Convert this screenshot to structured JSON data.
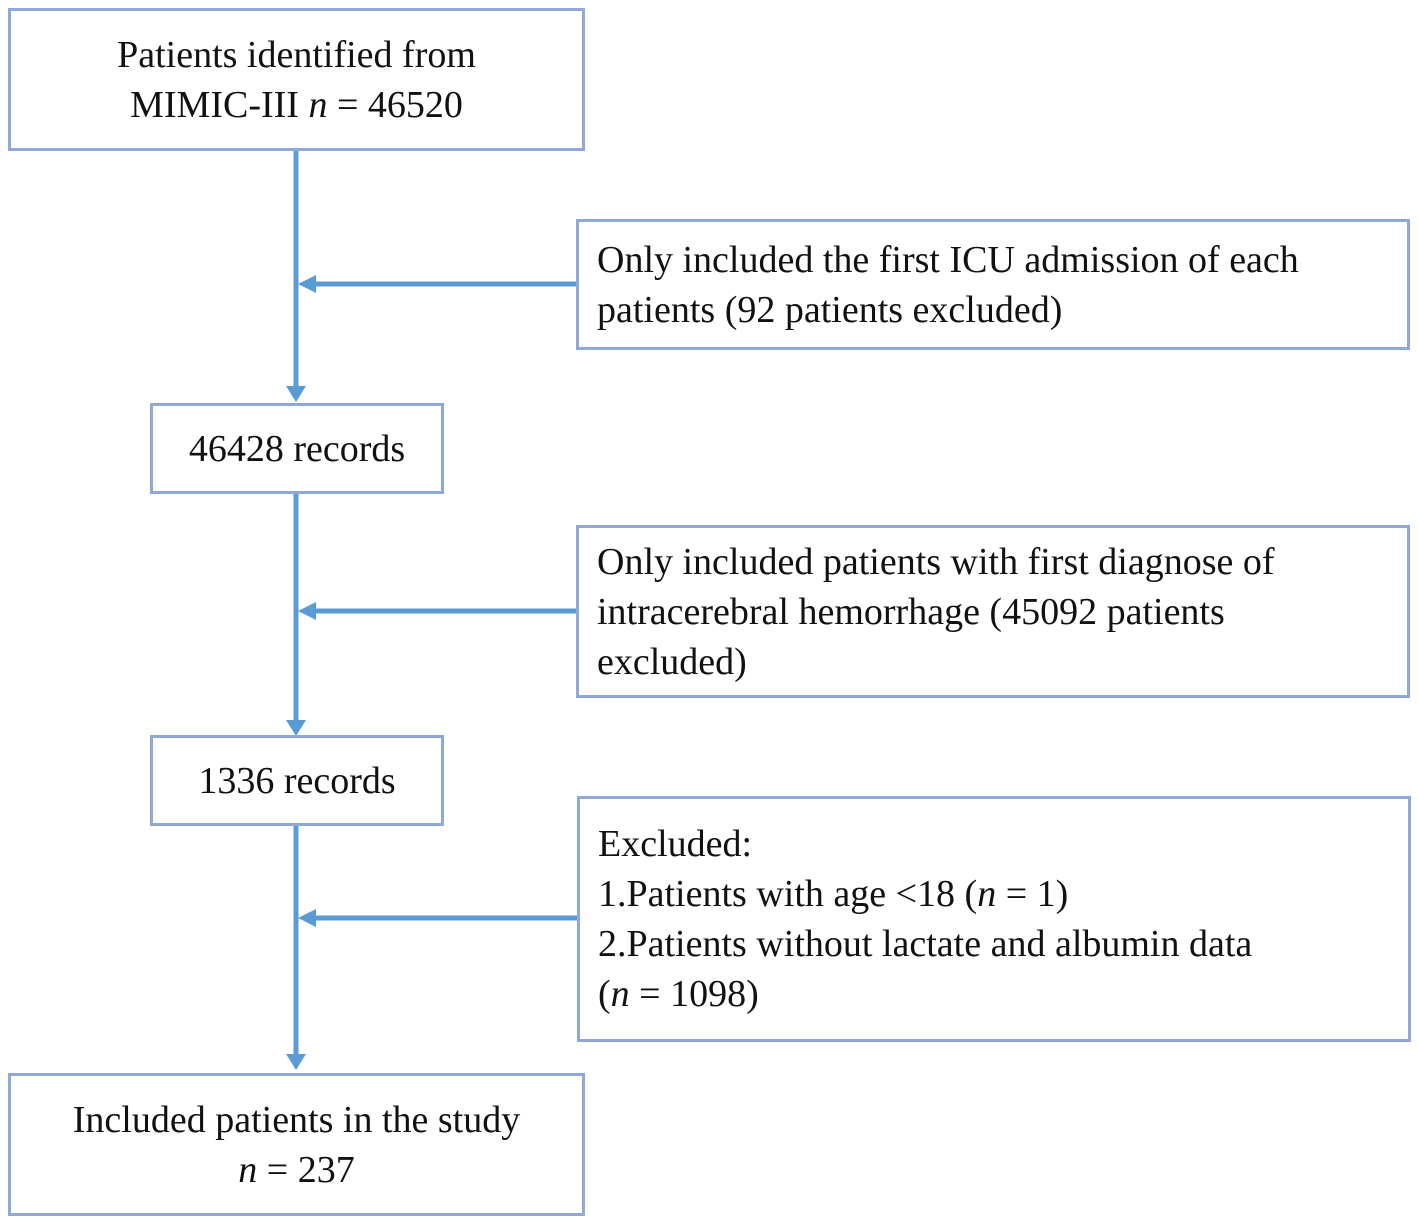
{
  "colors": {
    "arrow": "#5b9bd5",
    "box_border": "#8fa8d8",
    "text": "#111111"
  },
  "nodes": {
    "source": {
      "line1": "Patients identified from",
      "line2_prefix": "MIMIC-III ",
      "line2_n": "n",
      "line2_eq": " = 46520"
    },
    "records_1": {
      "label": "46428 records"
    },
    "records_2": {
      "label": "1336 records"
    },
    "final": {
      "line1": "Included patients in the study",
      "line2_n": "n",
      "line2_eq": " = 237"
    }
  },
  "exclusions": {
    "first_admission": {
      "line1": "Only included the first ICU admission of each",
      "line2": "patients (92 patients excluded)"
    },
    "diagnosis": {
      "line1": "Only included patients with first diagnose of",
      "line2": "intracerebral hemorrhage (45092 patients",
      "line3": "excluded)"
    },
    "criteria": {
      "heading": "Excluded:",
      "item1_text": "1.Patients with age <18 (",
      "item1_n": "n",
      "item1_rest": " = 1)",
      "item2_text": "2.Patients without lactate and albumin data",
      "item2_open": "(",
      "item2_n": "n",
      "item2_rest": " = 1098)"
    }
  }
}
